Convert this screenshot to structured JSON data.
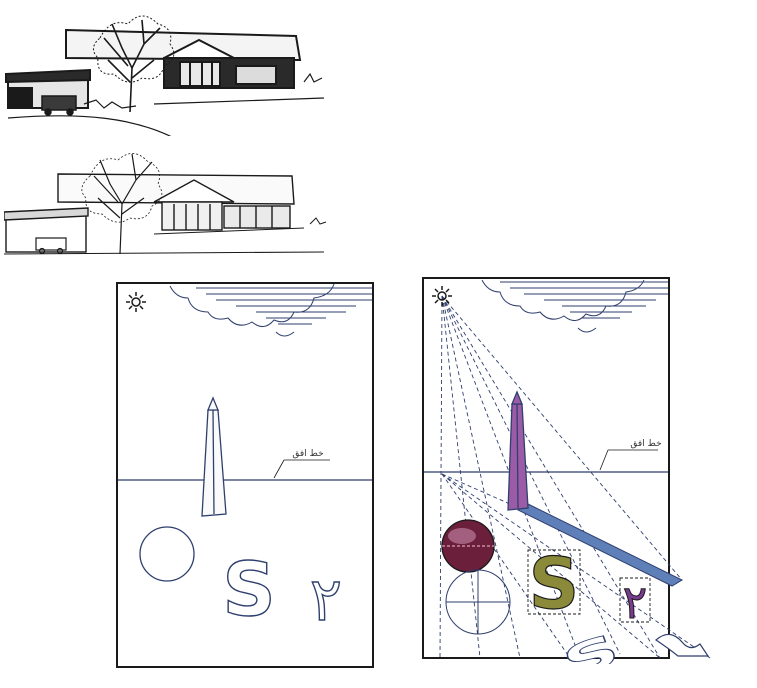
{
  "labels": {
    "horizon_left": "خط افق",
    "horizon_right": "خط افق",
    "letter_s": "S",
    "digit_two": "۲"
  },
  "colors": {
    "ink": "#1a1a1a",
    "line": "#2f3f6e",
    "obelisk_shade": "#9c5ba7",
    "shadow_blue": "#5f7fb9",
    "sphere_dark": "#6b1f3a",
    "s_olive": "#8a8a3a",
    "flag_purple": "#7a3b8f"
  },
  "icons": [
    "sun-icon",
    "cloud-icon",
    "tree-icon",
    "house-icon",
    "car-icon"
  ]
}
